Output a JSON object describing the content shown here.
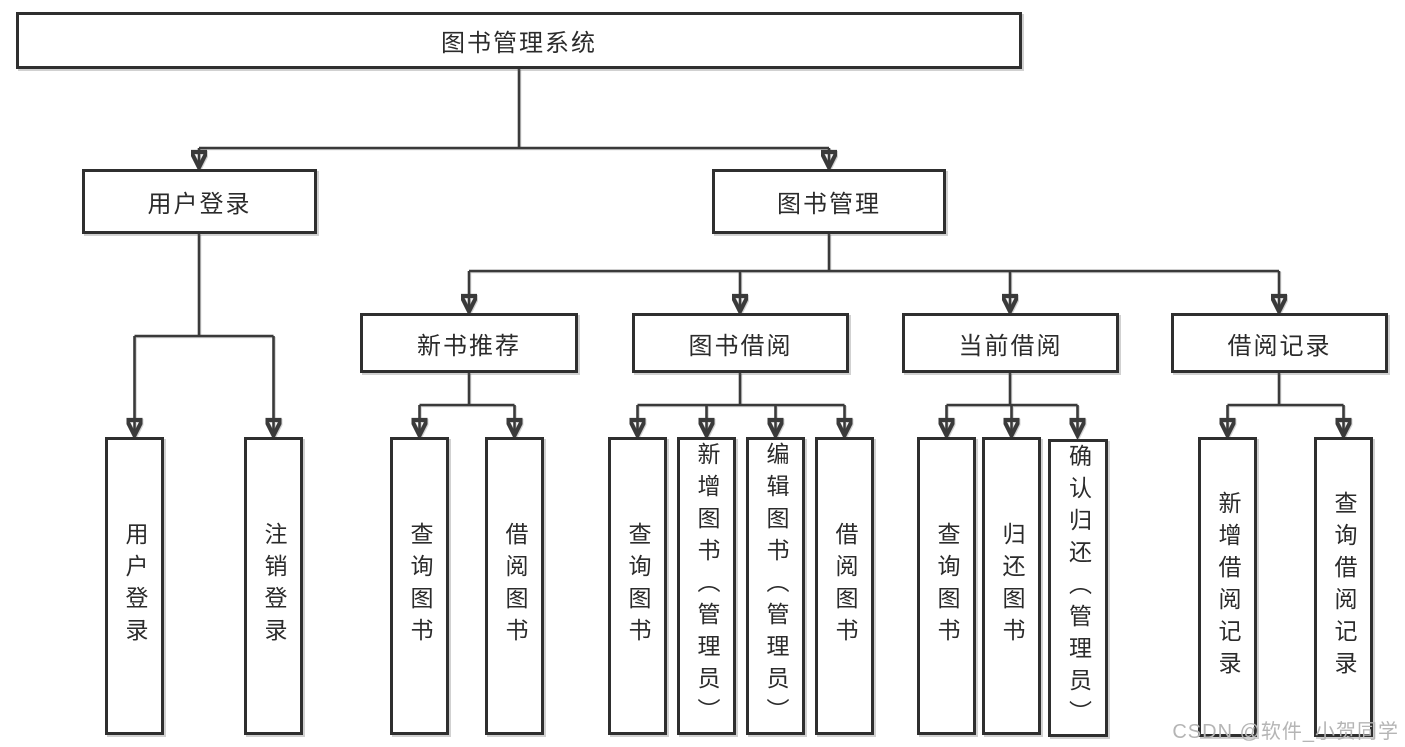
{
  "diagram": {
    "type": "hierarchy-tree",
    "root": {
      "label": "图书管理系统"
    },
    "level2": [
      {
        "id": "user-login",
        "label": "用户登录",
        "parent": "图书管理系统"
      },
      {
        "id": "book-management",
        "label": "图书管理",
        "parent": "图书管理系统"
      }
    ],
    "level3": [
      {
        "id": "new-book-recommend",
        "label": "新书推荐",
        "parent": "图书管理"
      },
      {
        "id": "book-borrow",
        "label": "图书借阅",
        "parent": "图书管理"
      },
      {
        "id": "current-borrow",
        "label": "当前借阅",
        "parent": "图书管理"
      },
      {
        "id": "borrow-records",
        "label": "借阅记录",
        "parent": "图书管理"
      }
    ],
    "leaves": [
      {
        "label": "用户登录",
        "parent": "用户登录"
      },
      {
        "label": "注销登录",
        "parent": "用户登录"
      },
      {
        "label": "查询图书",
        "parent": "新书推荐"
      },
      {
        "label": "借阅图书",
        "parent": "新书推荐"
      },
      {
        "label": "查询图书",
        "parent": "图书借阅"
      },
      {
        "label": "新增图书（管理员）",
        "parent": "图书借阅"
      },
      {
        "label": "编辑图书（管理员）",
        "parent": "图书借阅"
      },
      {
        "label": "借阅图书",
        "parent": "图书借阅"
      },
      {
        "label": "查询图书",
        "parent": "当前借阅"
      },
      {
        "label": "归还图书",
        "parent": "当前借阅"
      },
      {
        "label": "确认归还（管理员）",
        "parent": "当前借阅"
      },
      {
        "label": "新增借阅记录",
        "parent": "借阅记录"
      },
      {
        "label": "查询借阅记录",
        "parent": "借阅记录"
      }
    ]
  },
  "watermark": {
    "text": "CSDN @软件_小贺同学"
  },
  "colors": {
    "line": "#3a3a3a",
    "box_border": "#2f2f2f",
    "text": "#2b2b2b",
    "background": "#ffffff",
    "watermark": "#b5b5b5"
  }
}
